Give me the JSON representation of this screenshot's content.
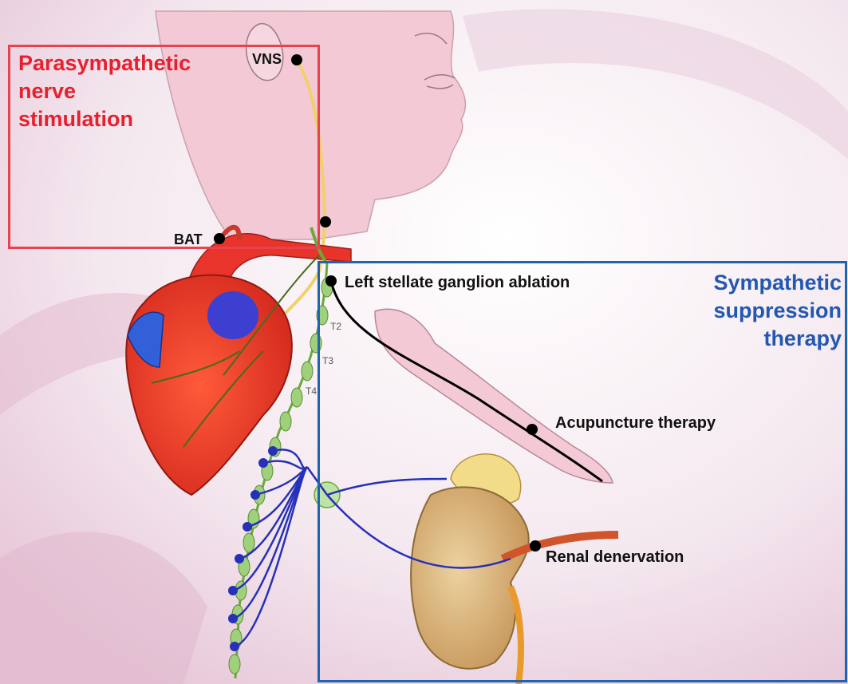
{
  "parasympathetic": {
    "title_lines": [
      "Parasympathetic",
      "nerve",
      "stimulation"
    ]
  },
  "sympathetic": {
    "title_lines": [
      "Sympathetic",
      "suppression",
      "therapy"
    ]
  },
  "labels": {
    "vns": "VNS",
    "bat": "BAT",
    "stellate": "Left stellate ganglion ablation",
    "acupuncture": "Acupuncture therapy",
    "renal": "Renal denervation"
  },
  "spine_levels": [
    "T2",
    "T3",
    "T4"
  ],
  "colors": {
    "parasympathetic": "#e8424f",
    "sympathetic": "#1f64b0",
    "nerve_blue": "#2630b8",
    "chain_green": "#9fd07a",
    "heart_red": "#e83a2a",
    "kidney": "#d9b581",
    "skin": "#f3c9d5"
  }
}
